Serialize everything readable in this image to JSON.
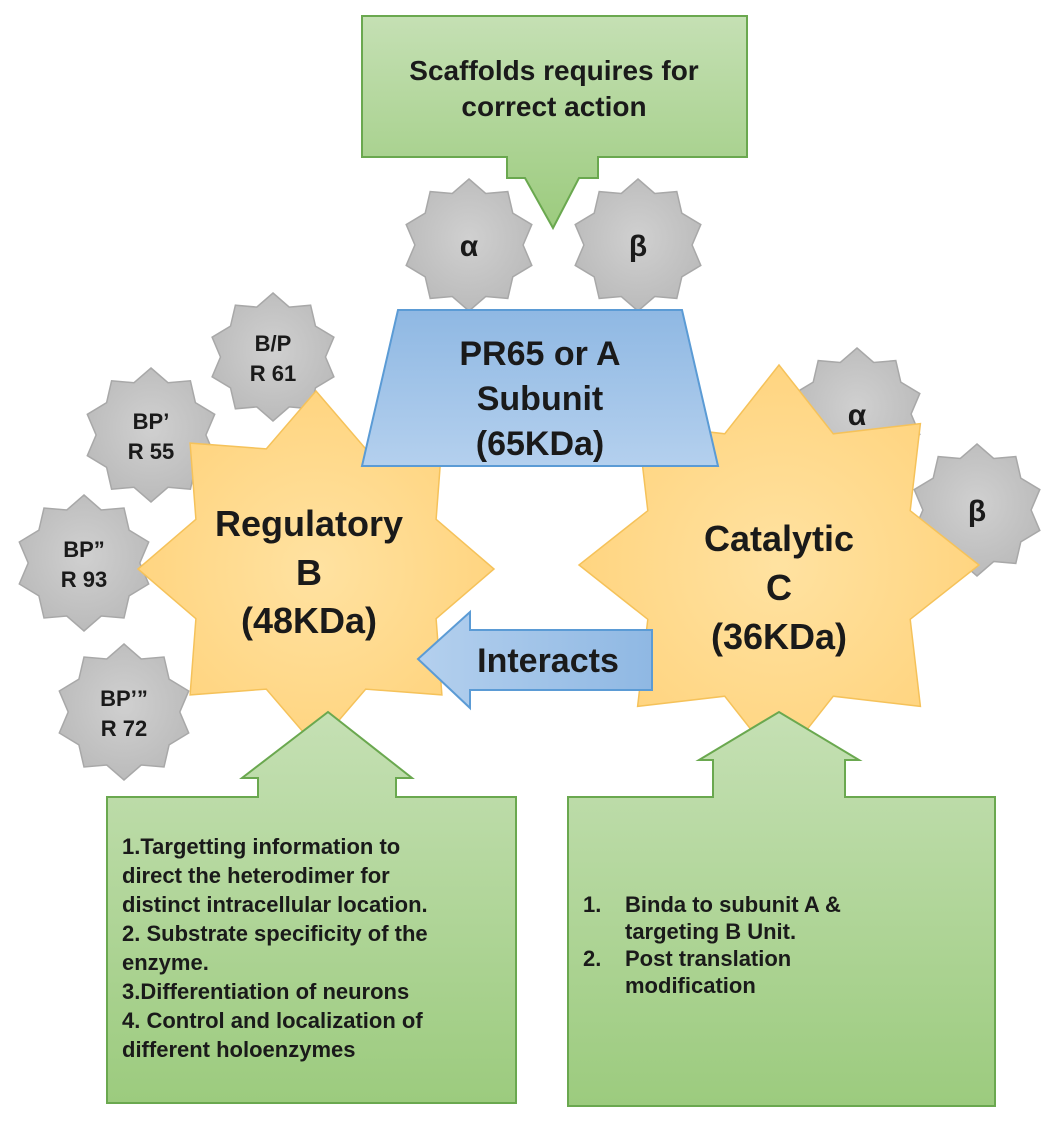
{
  "scaffold": {
    "text_line1": "Scaffolds requires for",
    "text_line2": "correct action"
  },
  "a_subunit": {
    "line1": "PR65 or A",
    "line2": "Subunit",
    "line3": "(65KDa)",
    "alpha": "α",
    "beta": "β"
  },
  "regulatory": {
    "line1": "Regulatory",
    "line2": "B",
    "line3": "(48KDa)"
  },
  "catalytic": {
    "line1": "Catalytic",
    "line2": "C",
    "line3": "(36KDa)",
    "alpha": "α",
    "beta": "β"
  },
  "interacts": "Interacts",
  "b_isoforms": [
    {
      "line1": "B/P",
      "line2": "R 61"
    },
    {
      "line1": "BP’",
      "line2": "R 55"
    },
    {
      "line1": "BP”",
      "line2": "R 93"
    },
    {
      "line1": "BP’”",
      "line2": "R 72"
    }
  ],
  "regulatory_functions": [
    "1.Targetting information to",
    "direct the heterodimer for",
    "distinct intracellular  location.",
    "2.  Substrate specificity  of the",
    "enzyme.",
    "3.Differentiation  of neurons",
    "4.  Control and localization of",
    "different holoenzymes"
  ],
  "catalytic_functions": [
    {
      "num": "1.",
      "text_line1": "Binda to subunit A &",
      "text_line2": "targeting B Unit."
    },
    {
      "num": "2.",
      "text_line1": "Post translation",
      "text_line2": "modification"
    }
  ],
  "colors": {
    "green_fill": "#a9d08e",
    "green_stroke": "#70ad47",
    "orange_fill": "#ffd98a",
    "orange_stroke": "#f4b942",
    "blue_fill": "#9dc3e6",
    "blue_stroke": "#5b9bd5",
    "gray_fill": "#c4c4c4",
    "gray_stroke": "#a5a5a5"
  }
}
